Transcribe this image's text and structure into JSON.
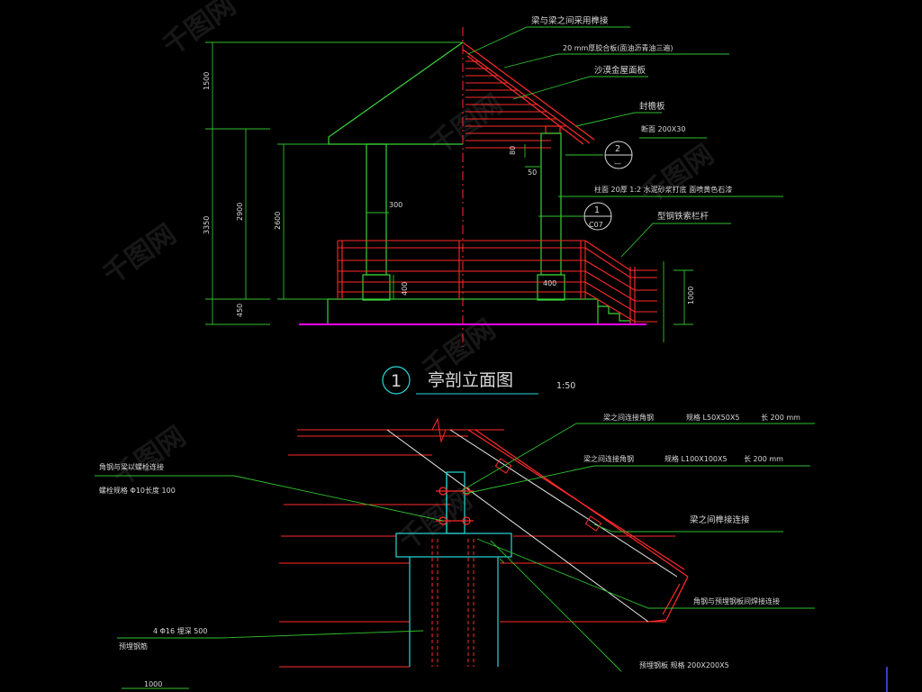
{
  "colors": {
    "background": "#000000",
    "structure_green": "#3ad33a",
    "section_red": "#ff2a2a",
    "label_text": "#d8d8d8",
    "dimension_green": "#2fbf2f",
    "base_magenta": "#ff00ff",
    "cyan": "#2ad8d8",
    "blue": "#3a5aff"
  },
  "watermark": "千图网",
  "elevation": {
    "title": "亭剖立面图",
    "scale": "1:50",
    "title_number": "1",
    "notes": {
      "beam_joint": "梁与梁之间采用榫接",
      "roof_board": "20 mm厚胶合板(面油沥青油三遍)",
      "roof_sheet": "沙漠金屋面板",
      "eave_board": "封檐板",
      "section_size": "断面  200X30",
      "column_finish": "柱面  20厚  1:2 水泥砂浆打底 面喷黄色石漆",
      "railing": "型钢铁索栏杆"
    },
    "callouts": [
      {
        "number": "2",
        "sheet": "—"
      },
      {
        "number": "1",
        "sheet": "C07"
      }
    ],
    "dimensions": {
      "d_1500": "1500",
      "d_3350": "3350",
      "d_2900": "2900",
      "d_2600": "2600",
      "d_450": "450",
      "d_300": "300",
      "d_400a": "400",
      "d_400b": "400",
      "d_1000": "1000",
      "d_80": "80",
      "d_50": "50"
    }
  },
  "detail": {
    "notes": {
      "angle_steel_beam": "梁之间连接角钢",
      "spec_1": "规格  L50X50X5",
      "len_1": "长  200   mm",
      "angle_steel_beam_2": "梁之间连接角钢",
      "spec_2": "规格  L100X100X5",
      "len_2": "长  200   mm",
      "mortise": "梁之间榫接连接",
      "welded": "角钢与预埋钢板间焊接连接",
      "bolt_conn": "角钢与梁以螺栓连接",
      "bolt_spec": "螺栓规格    Φ10长度    100",
      "rebar_spec": "4  Φ16   埋深   500",
      "rebar": "预埋钢筋",
      "plate": "预埋钢板     规格  200X200X5",
      "bottom_dim": "1000"
    }
  }
}
